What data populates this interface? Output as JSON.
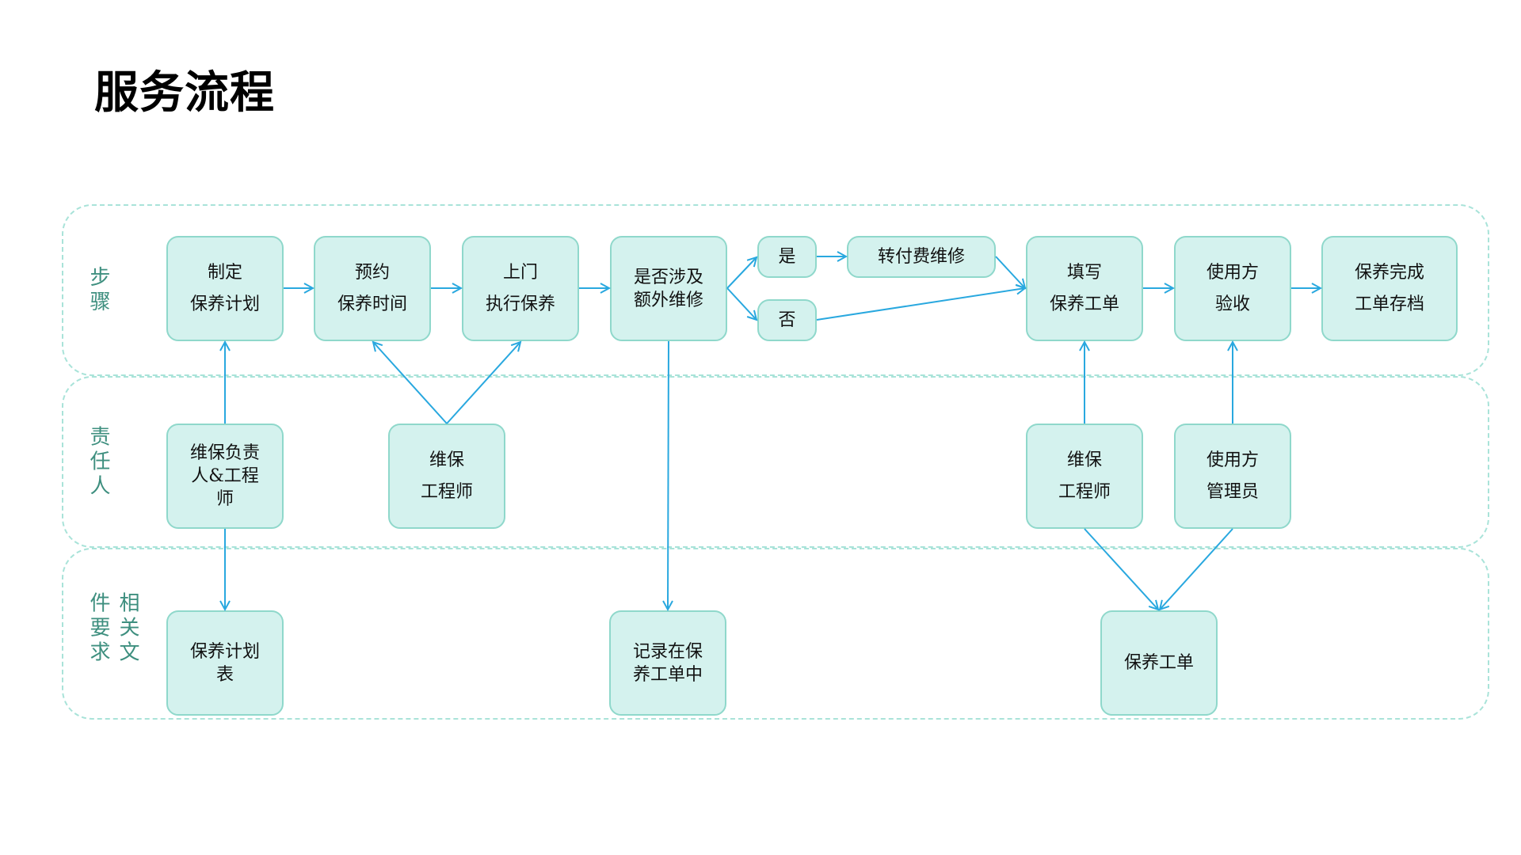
{
  "title": "服务流程",
  "lanes": [
    {
      "label": "步骤"
    },
    {
      "label": "责任人"
    },
    {
      "label": "相关文件要求"
    }
  ],
  "steps": [
    {
      "lines": [
        "制定",
        "保养计划"
      ]
    },
    {
      "lines": [
        "预约",
        "保养时间"
      ]
    },
    {
      "lines": [
        "上门",
        "执行保养"
      ]
    },
    {
      "lines": [
        "是否涉及",
        "额外维修"
      ]
    },
    {
      "lines": [
        "填写",
        "保养工单"
      ]
    },
    {
      "lines": [
        "使用方",
        "验收"
      ]
    },
    {
      "lines": [
        "保养完成",
        "工单存档"
      ]
    }
  ],
  "branches": {
    "yes": "是",
    "no": "否",
    "paid_repair": "转付费维修"
  },
  "responsible": [
    {
      "lines": [
        "维保负责",
        "人&工程",
        "师"
      ]
    },
    {
      "lines": [
        "维保",
        "工程师"
      ]
    },
    {
      "lines": [
        "维保",
        "工程师"
      ]
    },
    {
      "lines": [
        "使用方",
        "管理员"
      ]
    }
  ],
  "documents": [
    {
      "lines": [
        "保养计划",
        "表"
      ]
    },
    {
      "lines": [
        "记录在保",
        "养工单中"
      ]
    },
    {
      "lines": [
        "保养工单"
      ]
    }
  ],
  "colors": {
    "box_fill": "#d4f2ee",
    "box_border": "#8fd8cb",
    "arrow": "#29a8df",
    "lane_border": "#a9e3d9",
    "lane_label": "#3e8f7f",
    "title": "#000000"
  }
}
